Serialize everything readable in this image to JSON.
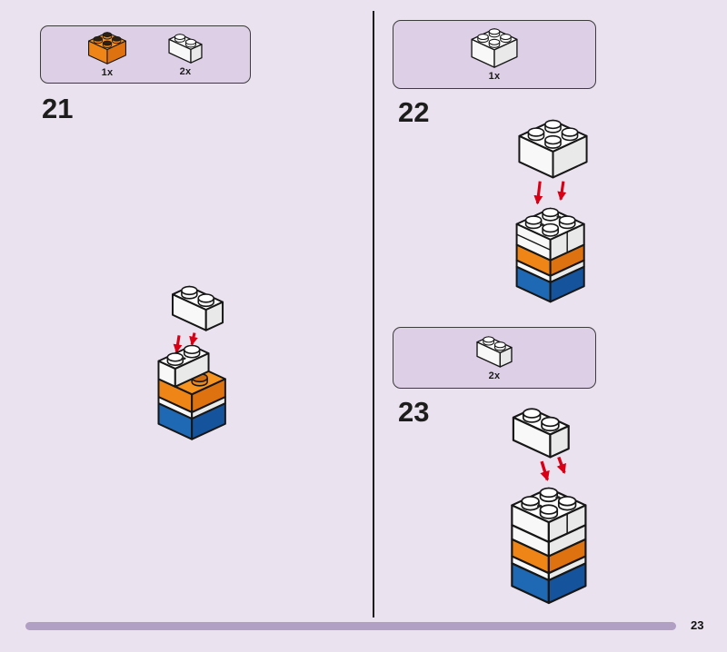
{
  "page": {
    "number": "23"
  },
  "colors": {
    "background": "#ebe2ef",
    "callout_bg": "#dccfe6",
    "progress_bar": "#b19fc4",
    "arrow_red": "#d80015",
    "brick_orange": "#f6941f",
    "brick_blue": "#1e68b4",
    "brick_white": "#ffffff"
  },
  "steps": {
    "s21": {
      "label": "21",
      "parts": [
        {
          "icon": "orange-2x2-brick",
          "count": "1x"
        },
        {
          "icon": "white-1x2-brick",
          "count": "2x"
        }
      ]
    },
    "s22": {
      "label": "22",
      "parts": [
        {
          "icon": "white-2x2-brick",
          "count": "1x"
        }
      ]
    },
    "s23": {
      "label": "23",
      "parts": [
        {
          "icon": "white-1x2-brick",
          "count": "2x"
        }
      ]
    }
  }
}
